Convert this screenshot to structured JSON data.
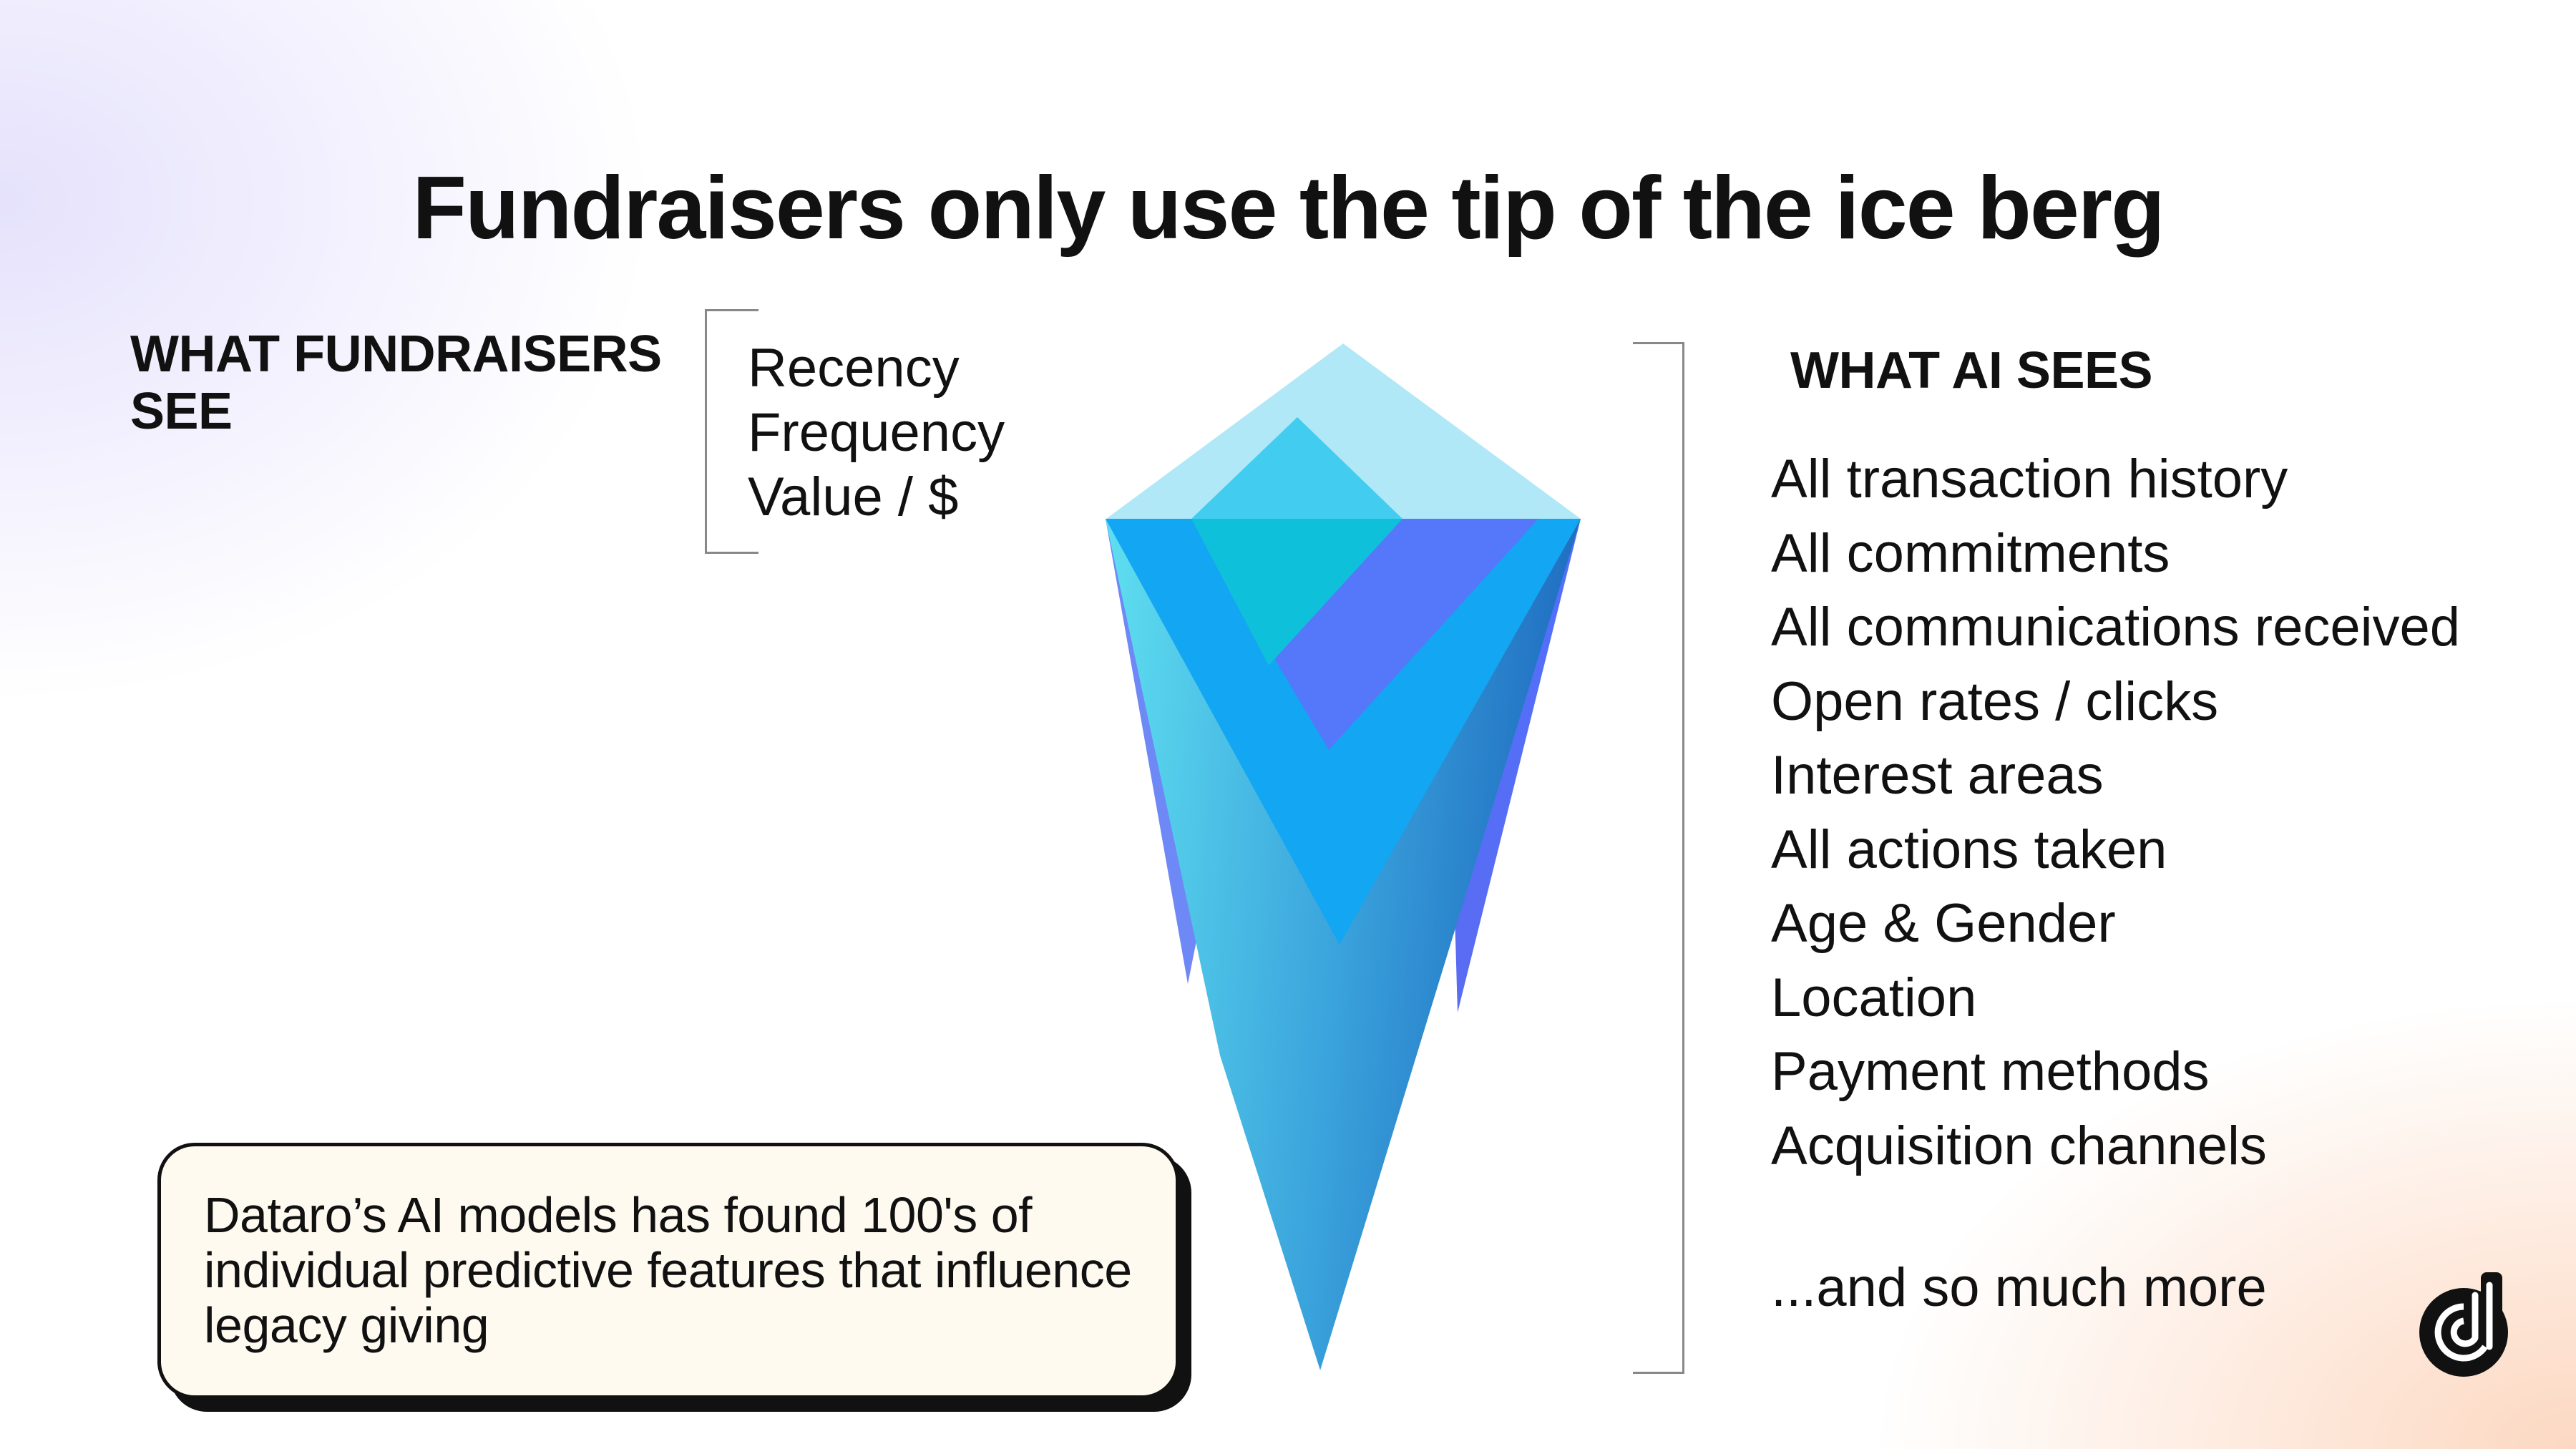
{
  "title": "Fundraisers only use the tip of the ice berg",
  "left": {
    "heading": "WHAT FUNDRAISERS SEE",
    "items": [
      "Recency",
      "Frequency",
      "Value / $"
    ]
  },
  "right": {
    "heading": "WHAT AI SEES",
    "items": [
      "All transaction history",
      "All commitments",
      "All communications received",
      "Open rates / clicks",
      "Interest areas",
      "All actions taken",
      "Age & Gender",
      "Location",
      "Payment methods",
      "Acquisition channels"
    ],
    "more": "...and so much more"
  },
  "callout": {
    "text": "Dataro’s AI models has found 100's of individual predictive features that influence legacy giving"
  },
  "icons": {
    "iceberg": "iceberg-illustration",
    "logo": "dataro-logo-icon"
  },
  "colors": {
    "iceberg_top_light": "#b0e8f8",
    "iceberg_top": "#42cdf0",
    "iceberg_blue": "#5577fa",
    "iceberg_sky": "#13a6f2",
    "callout_bg": "#fffaf0"
  }
}
